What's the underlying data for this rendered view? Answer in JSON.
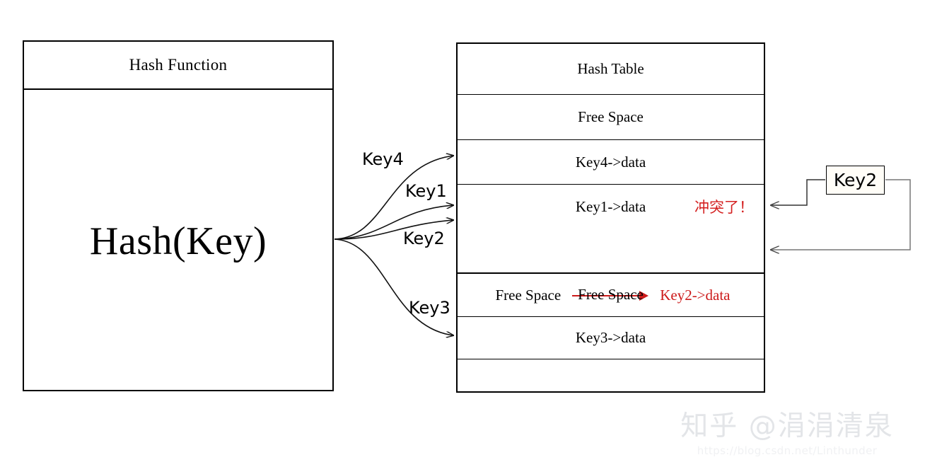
{
  "hash_function": {
    "header": "Hash Function",
    "body": "Hash(Key)"
  },
  "hash_table": {
    "rows": [
      {
        "label": "Hash Table",
        "kind": "title"
      },
      {
        "label": "Free Space",
        "kind": "free"
      },
      {
        "label": "Key4->data",
        "kind": "occupied"
      },
      {
        "label": "Key1->data",
        "kind": "collide",
        "note": "冲突了！"
      },
      {
        "label": "Free Space",
        "kind": "relocate",
        "to": "Key2->data"
      },
      {
        "label": "Free Space",
        "kind": "free"
      },
      {
        "label": "Key3->data",
        "kind": "occupied"
      },
      {
        "label": "",
        "kind": "free"
      }
    ]
  },
  "arrow_labels": {
    "key4": "Key4",
    "key1": "Key1",
    "key2": "Key2",
    "key3": "Key3"
  },
  "key2_node": {
    "label": "Key2"
  },
  "watermark": {
    "main": "知乎 @涓涓清泉",
    "url": "https://blog.csdn.net/Linthunder"
  },
  "colors": {
    "red": "#cc1a1a",
    "collision_red": "#d42020",
    "stroke": "#000000",
    "background": "#ffffff"
  }
}
